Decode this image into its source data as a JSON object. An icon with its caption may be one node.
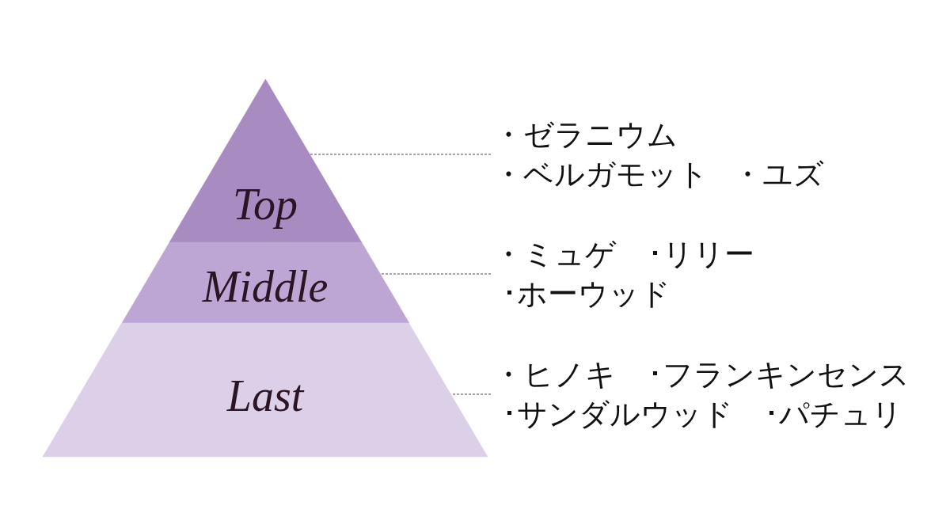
{
  "diagram": {
    "nodes": [
      {
        "text": [
          "Top"
        ]
      },
      {
        "text": [
          "Middle"
        ]
      },
      {
        "text": [
          "Last"
        ]
      },
      {
        "text": [
          "・ゼラニウム",
          "・ベルガモット",
          "・ユズ"
        ]
      },
      {
        "text": [
          "・ミュゲ",
          "･リリー",
          "･ホーウッド"
        ]
      },
      {
        "text": [
          "・ヒノキ",
          "･フランキンセンス",
          "･サンダルウッド",
          "･パチュリ"
        ]
      }
    ],
    "edges": [
      {
        "from": 3,
        "to": 0,
        "arrow": "none",
        "style": "dashed"
      },
      {
        "from": 4,
        "to": 1,
        "arrow": "none",
        "style": "dashed"
      },
      {
        "from": 5,
        "to": 2,
        "arrow": "none",
        "style": "dashed"
      }
    ]
  }
}
